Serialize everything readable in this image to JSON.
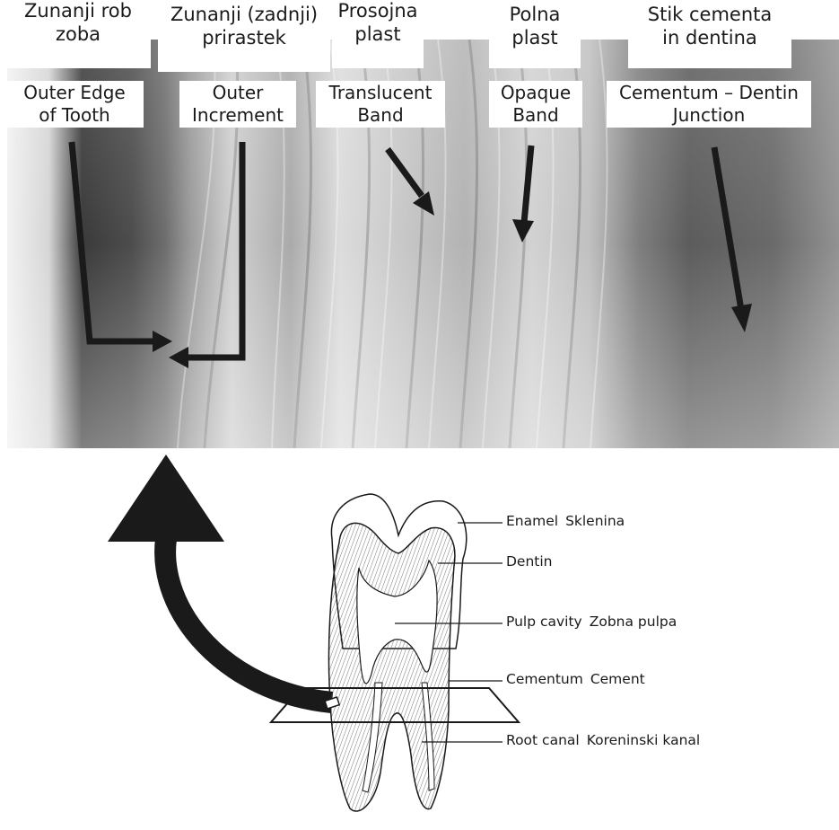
{
  "labels_top": [
    {
      "slovene": [
        "Zunanji rob",
        "zoba"
      ],
      "english": [
        "Outer Edge",
        "of Tooth"
      ]
    },
    {
      "slovene": [
        "Zunanji (zadnji)",
        "prirastek"
      ],
      "english": [
        "Outer",
        "Increment"
      ]
    },
    {
      "slovene": [
        "Prosojna",
        "plast"
      ],
      "english": [
        "Translucent",
        "Band"
      ]
    },
    {
      "slovene": [
        "Polna",
        "plast"
      ],
      "english": [
        "Opaque",
        "Band"
      ]
    },
    {
      "slovene": [
        "Stik cementa",
        "in dentina"
      ],
      "english": [
        "Cementum – Dentin",
        "Junction"
      ]
    }
  ],
  "tooth_labels": [
    {
      "english": "Enamel",
      "slovene": "Sklenina"
    },
    {
      "english": "Dentin",
      "slovene": ""
    },
    {
      "english": "Pulp cavity",
      "slovene": "Zobna pulpa"
    },
    {
      "english": "Cementum",
      "slovene": "Cement"
    },
    {
      "english": "Root canal",
      "slovene": "Koreninski kanal"
    }
  ],
  "colors": {
    "micrograph_base": "#b8b8b8",
    "arrow": "#1a1a1a",
    "label_bg": "#ffffff"
  }
}
